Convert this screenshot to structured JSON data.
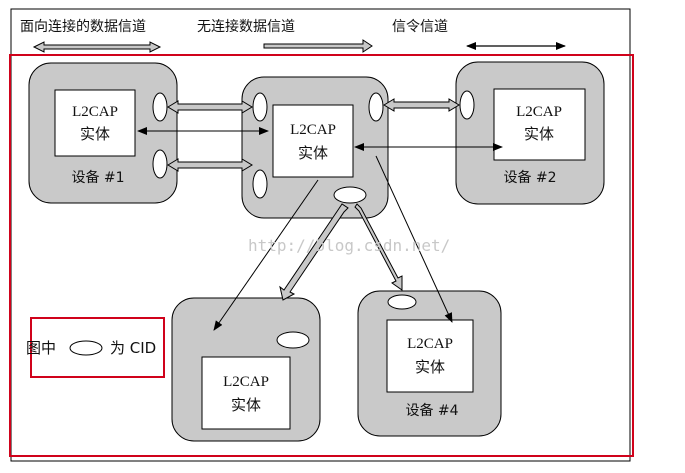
{
  "legend_top": {
    "connection_oriented": "面向连接的数据信道",
    "connectionless": "无连接数据信道",
    "signaling": "信令信道"
  },
  "entity": {
    "line1": "L2CAP",
    "line2": "实体"
  },
  "devices": [
    {
      "label": "设备 #1"
    },
    {
      "label": ""
    },
    {
      "label": "设备 #2"
    },
    {
      "label": ""
    },
    {
      "label": "设备 #4"
    }
  ],
  "legend_box": {
    "prefix": "图中",
    "suffix": "为 CID"
  },
  "watermark": "http://blog.csdn.net/",
  "colors": {
    "device_fill": "#c9c9c9",
    "border_red": "#d0021b",
    "line": "#000000"
  }
}
